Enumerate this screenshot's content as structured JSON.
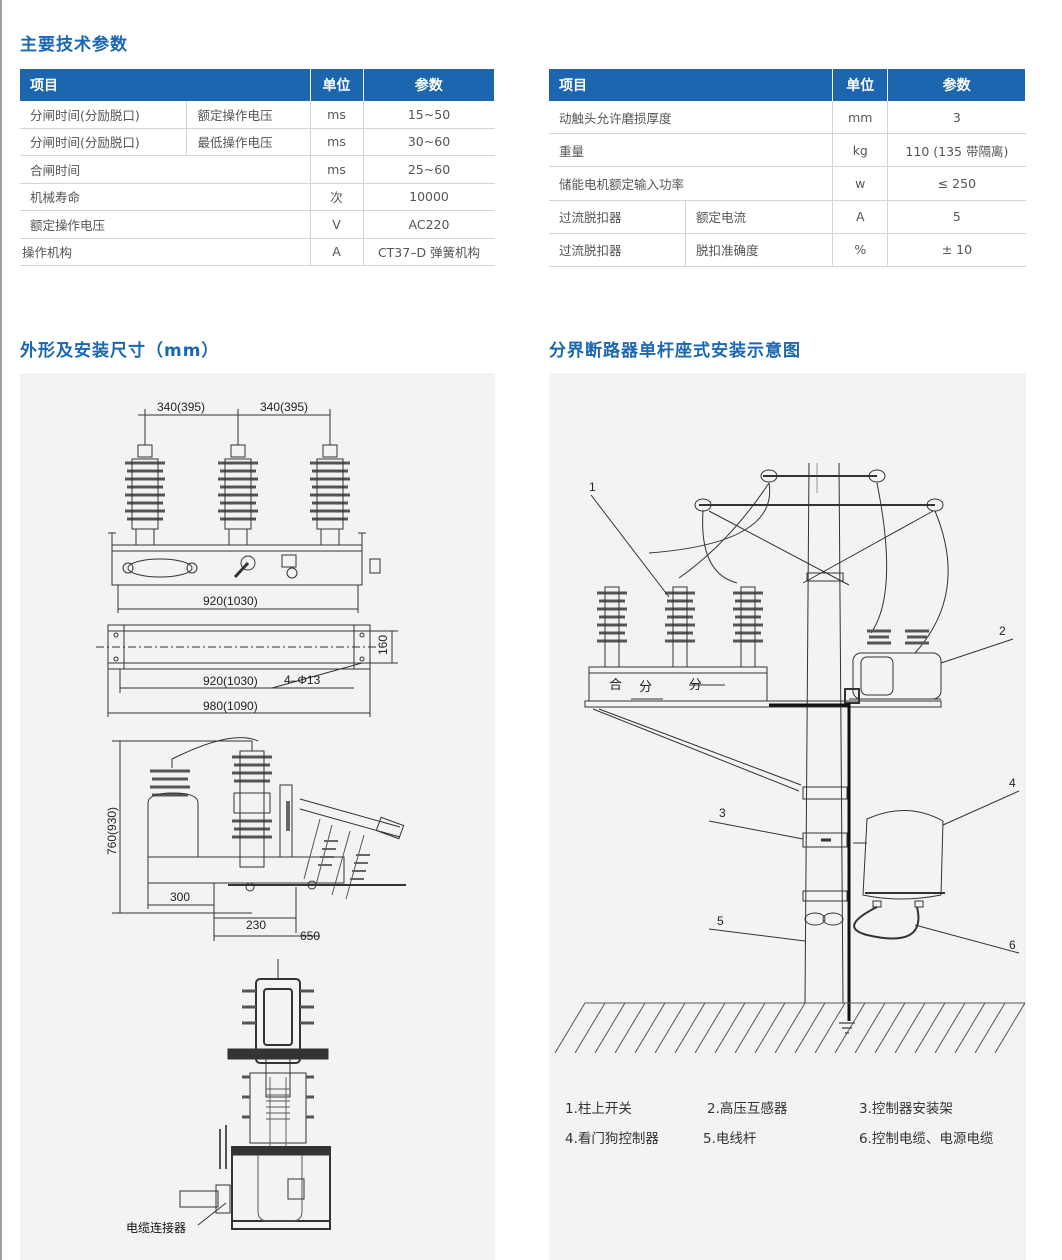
{
  "section1": {
    "title": "主要技术参数"
  },
  "table_left": {
    "headers": [
      "项目",
      "单位",
      "参数"
    ],
    "rows": [
      {
        "item": "分闸时间(分励脱口)",
        "sub": "额定操作电压",
        "unit": "ms",
        "value": "15~50"
      },
      {
        "item": "分闸时间(分励脱口)",
        "sub": "最低操作电压",
        "unit": "ms",
        "value": "30~60"
      },
      {
        "item": "合闸时间",
        "sub": "",
        "unit": "ms",
        "value": "25~60"
      },
      {
        "item": "机械寿命",
        "sub": "",
        "unit": "次",
        "value": "10000"
      },
      {
        "item": "额定操作电压",
        "sub": "",
        "unit": "V",
        "value": "AC220"
      },
      {
        "item": "操作机构",
        "sub": "",
        "unit": "A",
        "value": "CT37–D 弹簧机构"
      }
    ]
  },
  "table_right": {
    "headers": [
      "项目",
      "单位",
      "参数"
    ],
    "rows": [
      {
        "item": "动触头允许磨损厚度",
        "sub": "",
        "unit": "mm",
        "value": "3"
      },
      {
        "item": "重量",
        "sub": "",
        "unit": "kg",
        "value": "110 (135 带隔离)"
      },
      {
        "item": "储能电机额定输入功率",
        "sub": "",
        "unit": "w",
        "value": "≤ 250"
      },
      {
        "item": "过流脱扣器",
        "sub": "额定电流",
        "unit": "A",
        "value": "5"
      },
      {
        "item": "过流脱扣器",
        "sub": "脱扣准确度",
        "unit": "%",
        "value": "± 10"
      }
    ]
  },
  "section2": {
    "title": "外形及安装尺寸（mm）",
    "dims": {
      "spacing": "340(395)",
      "width_top": "920(1030)",
      "height_160": "160",
      "holes": "4–Φ13",
      "width_base": "920(1030)",
      "overall": "980(1090)",
      "height": "760(930)",
      "d300": "300",
      "d230": "230",
      "d650": "650"
    },
    "connector_label": "电缆连接器"
  },
  "section3": {
    "title": "分界断路器单杆座式安装示意图",
    "callouts": [
      "1",
      "2",
      "3",
      "4",
      "5",
      "6"
    ],
    "switch_marks": [
      "合",
      "分",
      "分"
    ],
    "legend": [
      "1.柱上开关",
      "2.高压互感器",
      "3.控制器安装架",
      "4.看门狗控制器",
      "5.电线杆",
      "6.控制电缆、电源电缆"
    ]
  }
}
